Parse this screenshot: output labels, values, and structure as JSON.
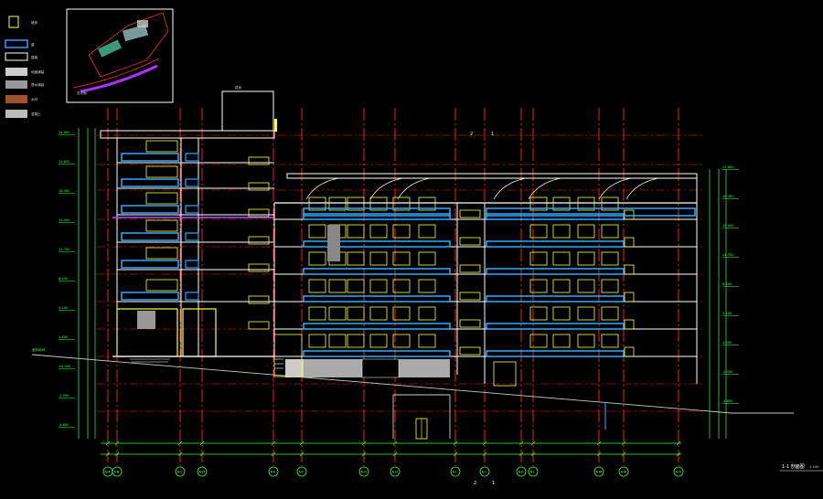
{
  "legend": {
    "items": [
      {
        "label": "墙体",
        "color": "#ffff44"
      },
      {
        "label": "窗",
        "color": "#3399ff"
      },
      {
        "label": "楼板",
        "color": "#ffffff"
      },
      {
        "label": "地面铺装",
        "color": "#cccccc"
      },
      {
        "label": "透水铺装",
        "color": "#999999"
      },
      {
        "label": "木材",
        "color": "#a0522d"
      },
      {
        "label": "混凝土",
        "color": "#bbbbbb"
      }
    ]
  },
  "keyplan": {
    "label": "总平面"
  },
  "section": {
    "top_mark_left": "2",
    "top_mark_right": "1",
    "bottom_mark_left": "2",
    "bottom_mark_right": "1",
    "title": "1-1 剖面图",
    "scale": "1:100",
    "roof_tag": "屋面",
    "grid_left_label": "室外地坪"
  },
  "axes": [
    "A-A",
    "A-B",
    "A-C",
    "A-D",
    "A-E",
    "A-F",
    "A-G",
    "A-H",
    "A-I",
    "A-J",
    "A-K",
    "A-L",
    "A-M",
    "A-N",
    "A-O"
  ],
  "level_marks_left": [
    "24.900",
    "21.600",
    "18.300",
    "15.000",
    "11.700",
    "8.400",
    "5.100",
    "1.800",
    "±0.000",
    "-1.500",
    "-4.800"
  ],
  "level_marks_right": [
    "21.600",
    "18.300",
    "15.000",
    "11.700",
    "8.400",
    "5.100",
    "1.800",
    "-1.500",
    "-4.800"
  ]
}
